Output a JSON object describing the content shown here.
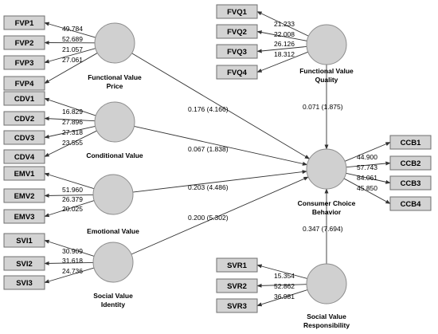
{
  "latent": {
    "fvp": [
      "Functional Value",
      "Price"
    ],
    "cdv": [
      "Conditional Value"
    ],
    "emv": [
      "Emotional Value"
    ],
    "svi": [
      "Social Value",
      "Identity"
    ],
    "fvq": [
      "Functional Value",
      "Quality"
    ],
    "ccb": [
      "Consumer Choice",
      "Behavior"
    ],
    "svr": [
      "Social Value",
      "Responsibility"
    ]
  },
  "indicators": {
    "fvp": [
      {
        "name": "FVP1",
        "loading": "49.784"
      },
      {
        "name": "FVP2",
        "loading": "52.689"
      },
      {
        "name": "FVP3",
        "loading": "21.057"
      },
      {
        "name": "FVP4",
        "loading": "27.061"
      }
    ],
    "cdv": [
      {
        "name": "CDV1",
        "loading": "16.829"
      },
      {
        "name": "CDV2",
        "loading": "27.896"
      },
      {
        "name": "CDV3",
        "loading": "27.318"
      },
      {
        "name": "CDV4",
        "loading": "23.555"
      }
    ],
    "emv": [
      {
        "name": "EMV1",
        "loading": "51.960"
      },
      {
        "name": "EMV2",
        "loading": "26.379"
      },
      {
        "name": "EMV3",
        "loading": "20.025"
      }
    ],
    "svi": [
      {
        "name": "SVI1",
        "loading": "30.909"
      },
      {
        "name": "SVI2",
        "loading": "31.618"
      },
      {
        "name": "SVI3",
        "loading": "24.736"
      }
    ],
    "fvq": [
      {
        "name": "FVQ1",
        "loading": "21.233"
      },
      {
        "name": "FVQ2",
        "loading": "22.008"
      },
      {
        "name": "FVQ3",
        "loading": "26.126"
      },
      {
        "name": "FVQ4",
        "loading": "18.312"
      }
    ],
    "svr": [
      {
        "name": "SVR1",
        "loading": "15.354"
      },
      {
        "name": "SVR2",
        "loading": "52.862"
      },
      {
        "name": "SVR3",
        "loading": "36.981"
      }
    ],
    "ccb": [
      {
        "name": "CCB1",
        "loading": "44.900"
      },
      {
        "name": "CCB2",
        "loading": "57.743"
      },
      {
        "name": "CCB3",
        "loading": "84.061"
      },
      {
        "name": "CCB4",
        "loading": "45.850"
      }
    ]
  },
  "paths": {
    "fvp_ccb": "0.176 (4.166)",
    "cdv_ccb": "0.067 (1.838)",
    "emv_ccb": "0.203 (4.486)",
    "svi_ccb": "0.200 (5.302)",
    "fvq_ccb": "0.071 (1.875)",
    "svr_ccb": "0.347 (7.694)"
  }
}
